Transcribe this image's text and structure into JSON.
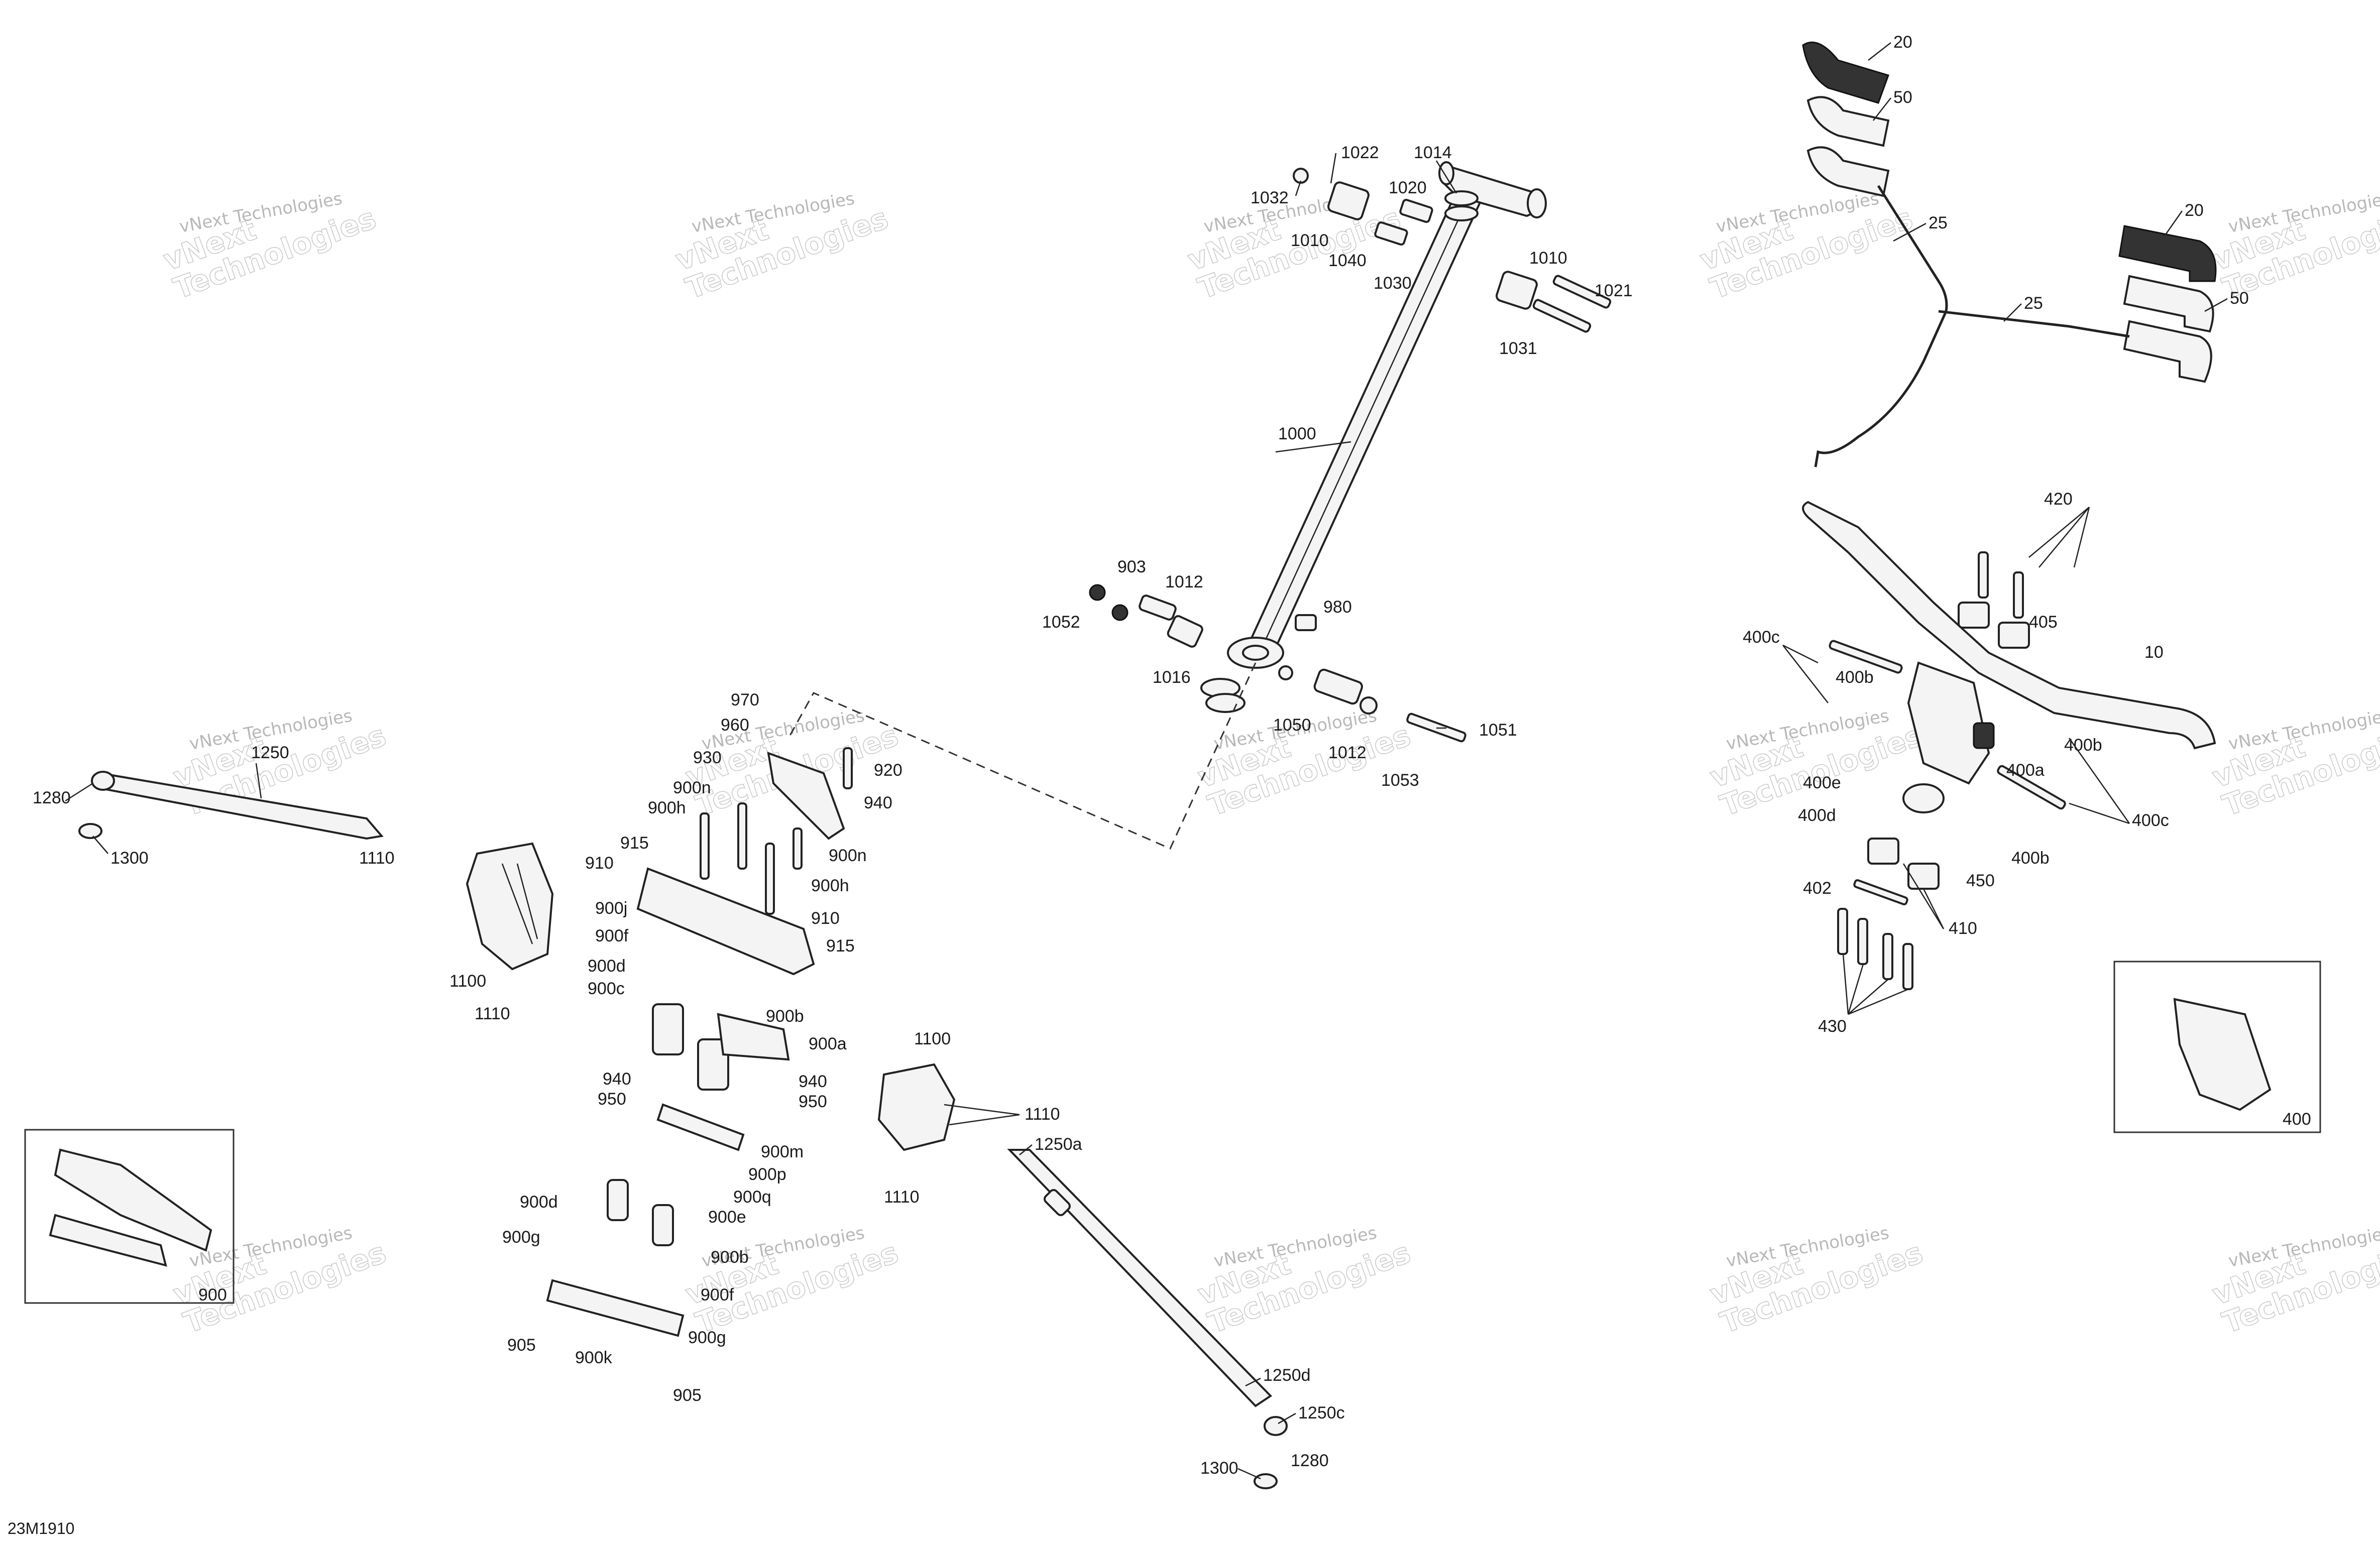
{
  "diagram_ref": "23M1910",
  "watermark": {
    "line1": "vNext Technologies",
    "line2": "vNext",
    "line3": "Technologies"
  },
  "callouts": {
    "c20a": "20",
    "c50a": "50",
    "c25a": "25",
    "c25b": "25",
    "c20b": "20",
    "c50b": "50",
    "c1022": "1022",
    "c1014": "1014",
    "c1032": "1032",
    "c1020": "1020",
    "c1010a": "1010",
    "c1040": "1040",
    "c1030": "1030",
    "c1010b": "1010",
    "c1021": "1021",
    "c1031": "1031",
    "c1000": "1000",
    "c903": "903",
    "c1012a": "1012",
    "c1052": "1052",
    "c980": "980",
    "c1016": "1016",
    "c1050": "1050",
    "c1012b": "1012",
    "c1053": "1053",
    "c1051": "1051",
    "c420": "420",
    "c405": "405",
    "c400c_a": "400c",
    "c400b_a": "400b",
    "c10": "10",
    "c400b_b": "400b",
    "c400e": "400e",
    "c400a": "400a",
    "c400d": "400d",
    "c400c_b": "400c",
    "c400b_c": "400b",
    "c450": "450",
    "c402": "402",
    "c410": "410",
    "c430": "430",
    "c400box": "400",
    "c970": "970",
    "c960": "960",
    "c930": "930",
    "c920": "920",
    "c900n_a": "900n",
    "c940a": "940",
    "c900h_a": "900h",
    "c900n_b": "900n",
    "c915a": "915",
    "c910a": "910",
    "c900h_b": "900h",
    "c910b": "910",
    "c915b": "915",
    "c900j": "900j",
    "c900f_a": "900f",
    "c900d_a": "900d",
    "c900c": "900c",
    "c900b_a": "900b",
    "c900a": "900a",
    "c940b": "940",
    "c950a": "950",
    "c940c": "940",
    "c950b": "950",
    "c900m": "900m",
    "c900p": "900p",
    "c900q": "900q",
    "c900d_b": "900d",
    "c900e": "900e",
    "c900g_a": "900g",
    "c900b_b": "900b",
    "c900f_b": "900f",
    "c900g_b": "900g",
    "c905a": "905",
    "c900k": "900k",
    "c905b": "905",
    "c900box": "900",
    "c1250": "1250",
    "c1280a": "1280",
    "c1300a": "1300",
    "c1110a": "1110",
    "c1100a": "1100",
    "c1110b": "1110",
    "c1100b": "1100",
    "c1110c": "1110",
    "c1250a": "1250a",
    "c1110d": "1110",
    "c1250d": "1250d",
    "c1250c": "1250c",
    "c1300b": "1300",
    "c1280b": "1280"
  }
}
